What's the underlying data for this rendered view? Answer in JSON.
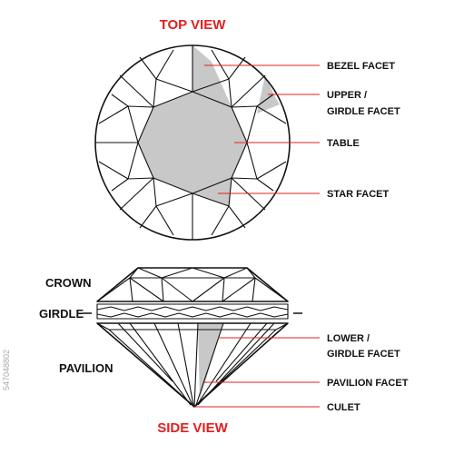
{
  "titles": {
    "top_view": "TOP VIEW",
    "side_view": "SIDE VIEW"
  },
  "top_labels": {
    "bezel_facet": "BEZEL FACET",
    "upper_girdle_1": "UPPER /",
    "upper_girdle_2": "GIRDLE FACET",
    "table": "TABLE",
    "star_facet": "STAR FACET"
  },
  "side_sections": {
    "crown": "CROWN",
    "girdle": "GIRDLE",
    "pavilion": "PAVILION"
  },
  "side_labels": {
    "lower_girdle_1": "LOWER /",
    "lower_girdle_2": "GIRDLE FACET",
    "pavilion_facet": "PAVILION FACET",
    "culet": "CULET"
  },
  "watermark": "547048802",
  "colors": {
    "title": "#e02020",
    "pointer": "#e02020",
    "highlight": "#c8c8c8",
    "line": "#111111"
  }
}
